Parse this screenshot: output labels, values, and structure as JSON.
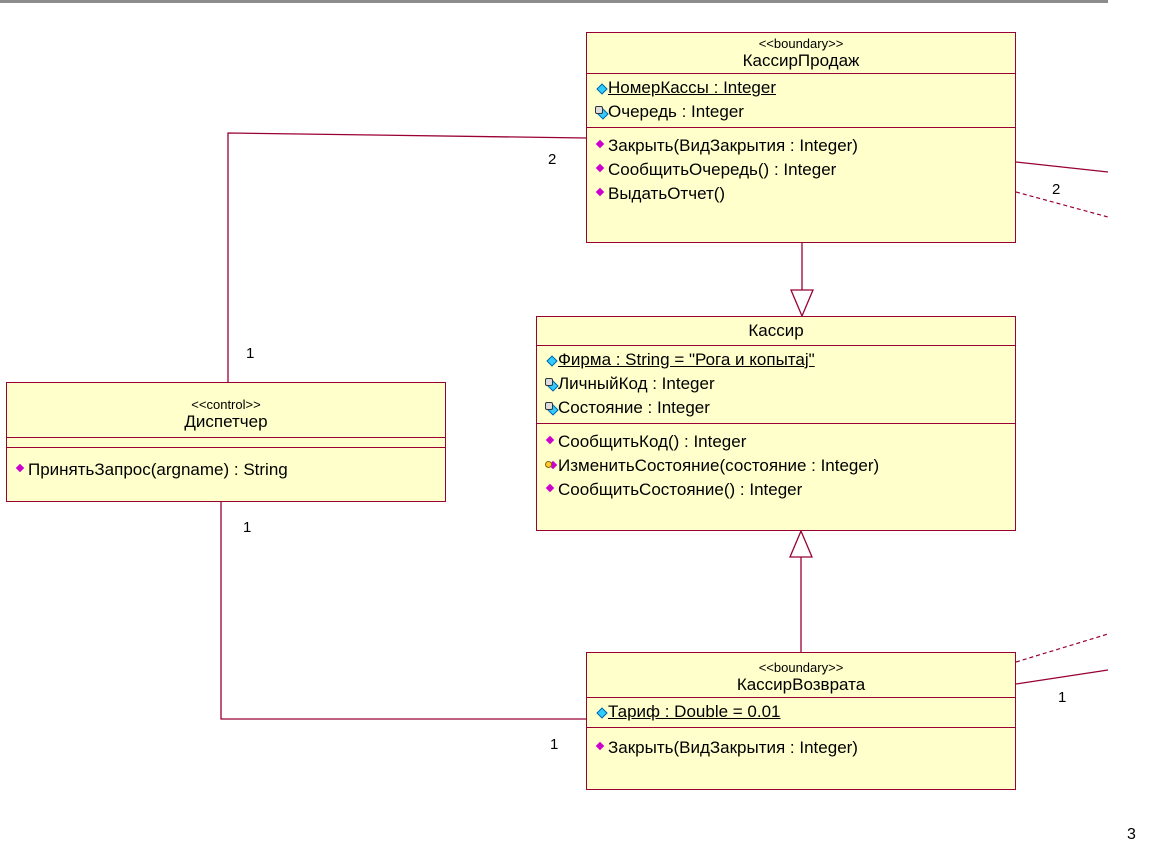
{
  "classes": {
    "kassir_prodazh": {
      "stereotype": "<<boundary>>",
      "name": "КассирПродаж",
      "attributes": [
        {
          "text": "НомерКассы : Integer",
          "icon": "public-attribute-icon"
        },
        {
          "text": "Очередь : Integer",
          "icon": "private-attribute-icon"
        }
      ],
      "operations": [
        {
          "text": "Закрыть(ВидЗакрытия : Integer)",
          "icon": "public-operation-icon"
        },
        {
          "text": "СообщитьОчередь() : Integer",
          "icon": "public-operation-icon"
        },
        {
          "text": "ВыдатьОтчет()",
          "icon": "public-operation-icon"
        }
      ]
    },
    "kassir": {
      "name": "Кассир",
      "attributes": [
        {
          "text": "Фирма : String = \"Рога и копытаj\"",
          "icon": "public-attribute-icon"
        },
        {
          "text": "ЛичныйКод : Integer",
          "icon": "private-attribute-icon"
        },
        {
          "text": "Состояние : Integer",
          "icon": "private-attribute-icon"
        }
      ],
      "operations": [
        {
          "text": "СообщитьКод() : Integer",
          "icon": "public-operation-icon"
        },
        {
          "text": "ИзменитьСостояние(состояние : Integer)",
          "icon": "protected-operation-icon"
        },
        {
          "text": "СообщитьСостояние() : Integer",
          "icon": "public-operation-icon"
        }
      ]
    },
    "dispetcher": {
      "stereotype": "<<control>>",
      "name": "Диспетчер",
      "operations": [
        {
          "text": "ПринятьЗапрос(argname) : String",
          "icon": "public-operation-icon"
        }
      ]
    },
    "kassir_vozvrata": {
      "stereotype": "<<boundary>>",
      "name": "КассирВозврата",
      "attributes": [
        {
          "text": "Тариф : Double = 0.01",
          "icon": "public-attribute-icon"
        }
      ],
      "operations": [
        {
          "text": "Закрыть(ВидЗакрытия : Integer)",
          "icon": "public-operation-icon"
        }
      ]
    }
  },
  "multiplicities": {
    "prodazh_to_dispetcher": "2",
    "dispetcher_to_prodazh": "1",
    "dispetcher_to_vozvrat": "1",
    "vozvrat_to_dispetcher": "1",
    "prodazh_right": "2",
    "vozvrat_right": "1"
  },
  "page_number": "3",
  "colors": {
    "class_fill": "#ffffcc",
    "class_border": "#990033",
    "link": "#990033"
  }
}
